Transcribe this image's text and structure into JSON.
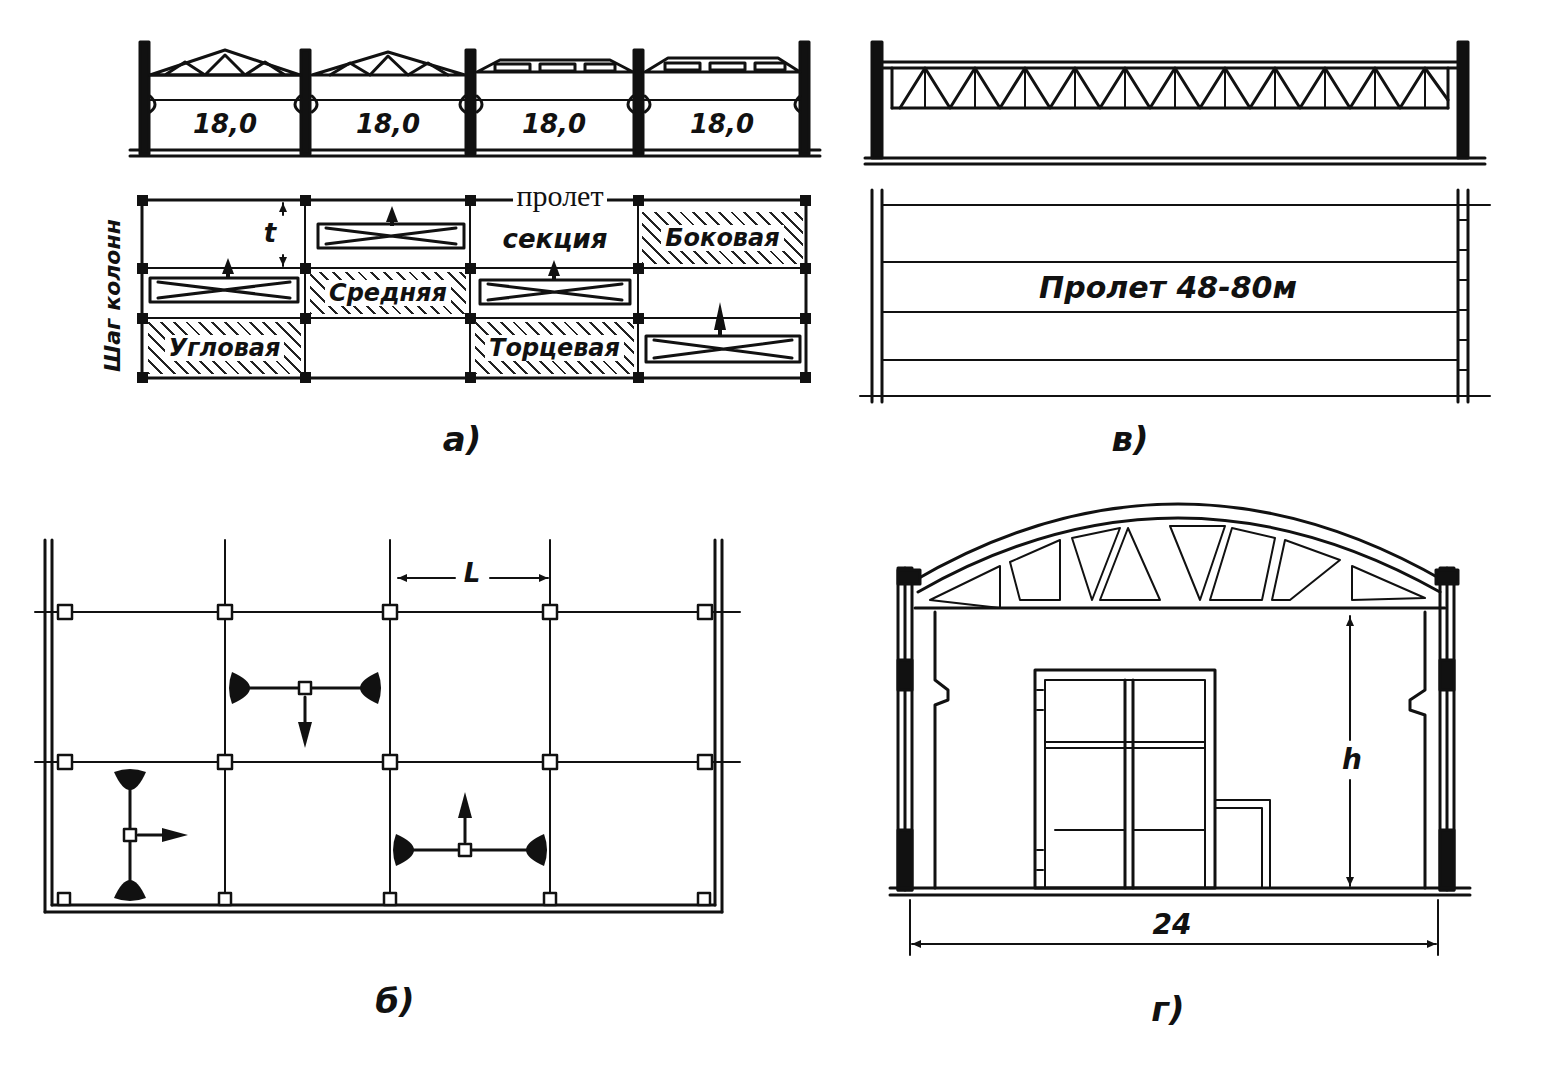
{
  "diagram": {
    "nodes": [
      {
        "text": [
          "Боковая"
        ]
      },
      {
        "text": [
          "Средняя"
        ]
      },
      {
        "text": [
          "Угловая"
        ]
      },
      {
        "text": [
          "Торцевая"
        ]
      }
    ],
    "labels": [
      "18,0",
      "18,0",
      "18,0",
      "18,0",
      "пролет",
      "секция",
      "t",
      "Шаг колонн",
      "а)",
      "Пролет 48-80м",
      "в)",
      "L",
      "б)",
      "h",
      "24",
      "г)"
    ]
  }
}
